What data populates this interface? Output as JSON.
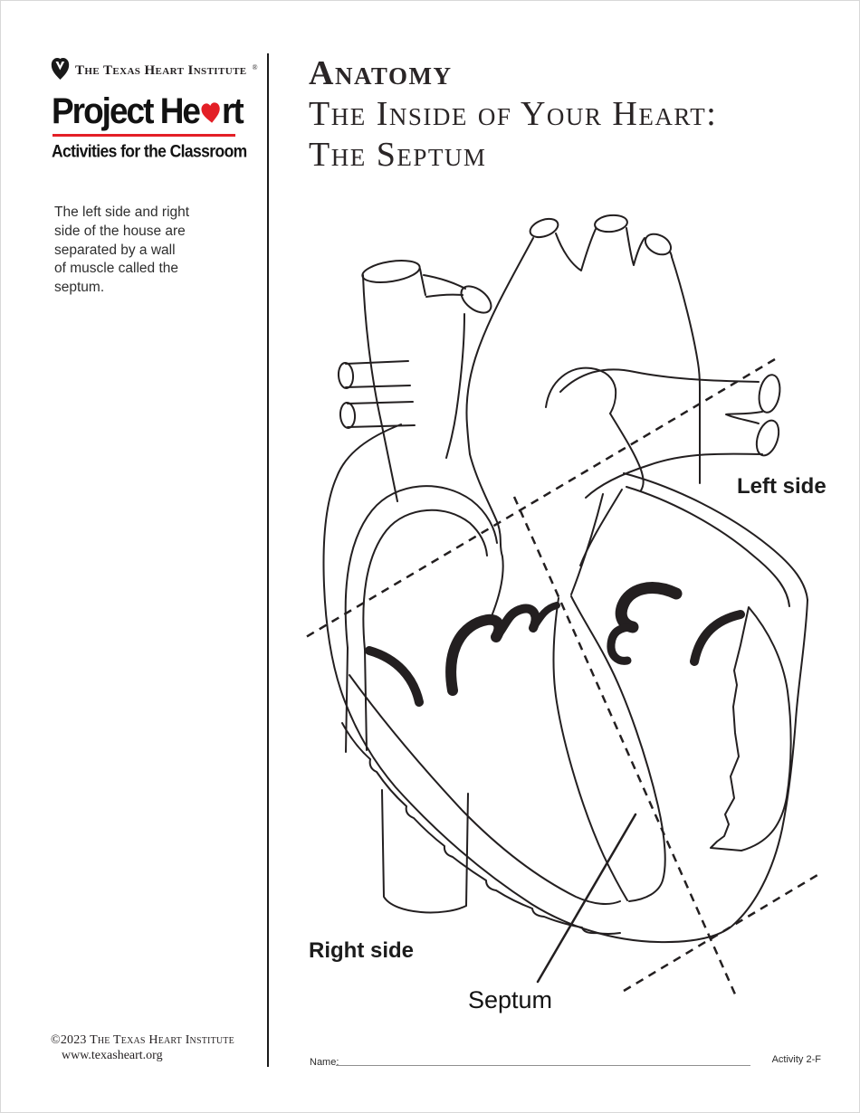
{
  "sidebar": {
    "institute_name": "The Texas Heart Institute",
    "institute_mark": "®",
    "wordmark_pre": "Project He",
    "wordmark_post": "rt",
    "heart_icon": "red-heart",
    "logo_icon": "texas-heart-institute-shield",
    "tagline": "Activities for the Classroom",
    "description": "The left side and right\nside of the house are\nseparated by a wall\nof muscle called the\nseptum.",
    "footer_copyright": "©2023 The Texas Heart Institute",
    "footer_url": "www.texasheart.org"
  },
  "main": {
    "title_line1": "Anatomy",
    "title_line2": "The Inside of Your Heart:",
    "title_line3": "The Septum",
    "labels": {
      "left_side": "Left side",
      "right_side": "Right side",
      "septum": "Septum"
    },
    "name_label": "Name:",
    "activity_code": "Activity 2-F"
  },
  "colors": {
    "accent_red": "#e31f26",
    "ink": "#231f20"
  }
}
